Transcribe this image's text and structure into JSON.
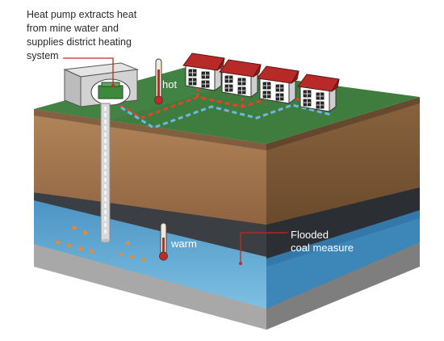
{
  "caption": {
    "lines": [
      "Heat pump extracts heat",
      "from mine water and",
      "supplies district heating",
      "system"
    ]
  },
  "labels": {
    "hot": "hot",
    "warm": "warm",
    "flooded_line1": "Flooded",
    "flooded_line2": "coal measure"
  },
  "colors": {
    "grass": "#3f7d3f",
    "soil": "#a3764f",
    "soil_dark": "#7d5a37",
    "rock": "#3e4247",
    "water": "#6fb3d8",
    "water_dark": "#3e86b8",
    "base": "#9a9a9a",
    "roof": "#b82a27",
    "pipe_hot": "#e8402a",
    "pipe_cold": "#6fb6e6",
    "flow_arrow": "#f08a28"
  },
  "houses": [
    "house-1",
    "house-2",
    "house-3",
    "house-4"
  ]
}
